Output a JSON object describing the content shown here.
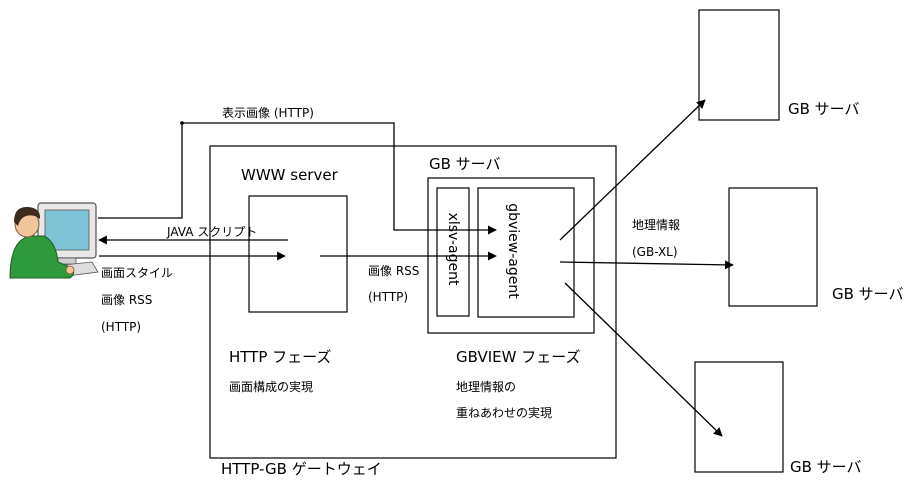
{
  "labels": {
    "display_image_http": "表示画像 (HTTP)",
    "gb_server_top": "GB サーバ",
    "www_server": "WWW server",
    "gb_server_gateway": "GB サーバ",
    "javascript": "JAVA スクリプト",
    "screen_style": "画面スタイル",
    "image_rss": "画像 RSS",
    "http_paren": "(HTTP)",
    "image_rss_mid": "画像 RSS",
    "http_mid": "(HTTP)",
    "xlsv_agent": "xlsv-agent",
    "gbview_agent": "gbview-agent",
    "geo_info": "地理情報",
    "gb_xl": "(GB-XL)",
    "gb_server_mid": "GB サーバ",
    "gb_server_bottom": "GB サーバ",
    "http_phase": "HTTP フェーズ",
    "screen_composition": "画面構成の実現",
    "gbview_phase": "GBVIEW フェーズ",
    "geo_info_no": "地理情報の",
    "overlay_realization": "重ねあわせの実現",
    "gateway": "HTTP-GB ゲートウェイ"
  },
  "colors": {
    "line": "#000000",
    "monitor_screen": "#7fc3d6",
    "person_body": "#2e9a3c",
    "person_skin": "#f1c49a",
    "hair": "#3b2a1e"
  },
  "icons": {
    "user": "user-at-computer-icon"
  }
}
